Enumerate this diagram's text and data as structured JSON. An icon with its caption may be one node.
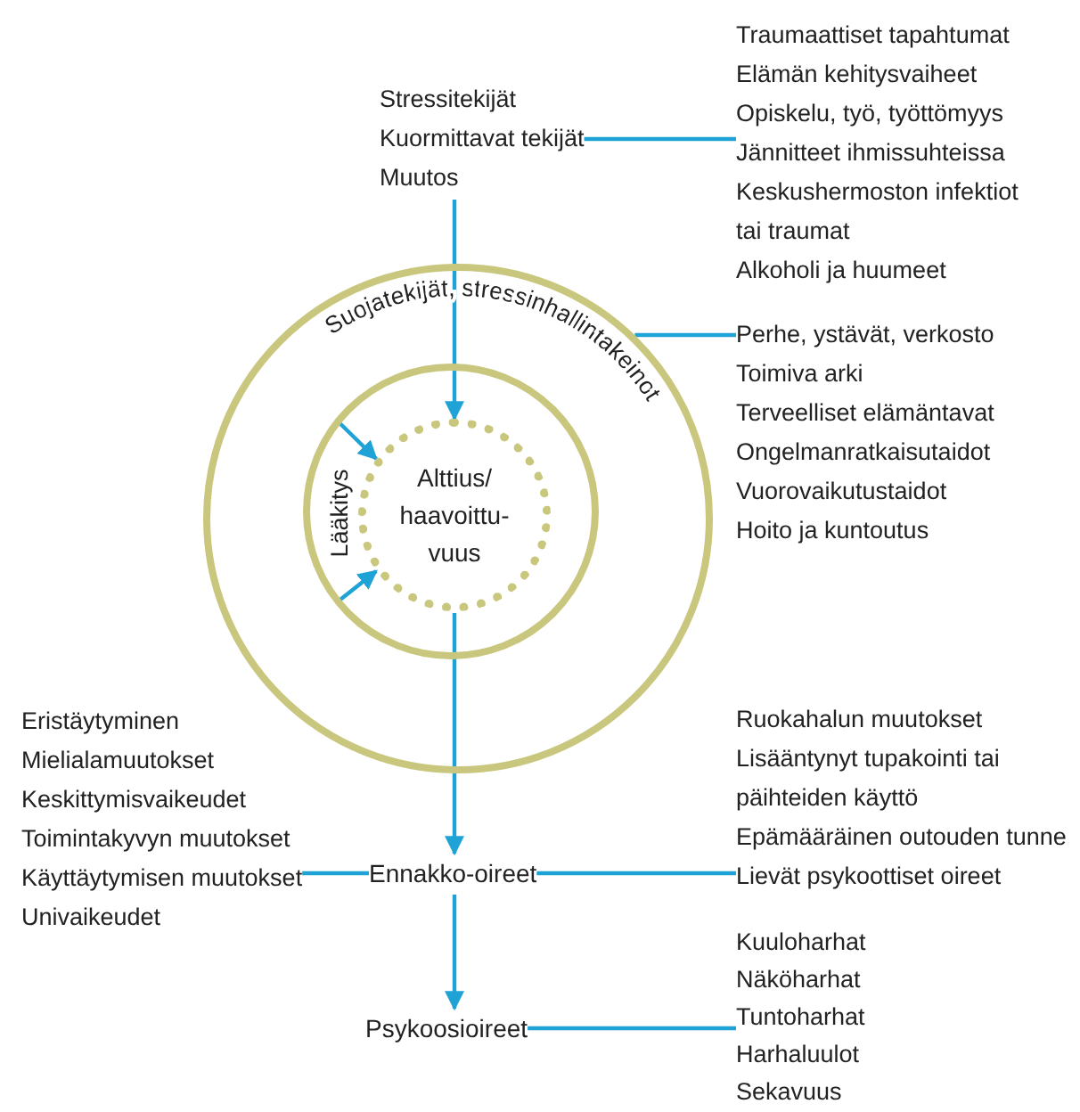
{
  "diagram": {
    "nodes": [
      {
        "text": [
          "Stressitekijät",
          "Kuormittavat tekijät",
          "Muutos"
        ]
      },
      {
        "text": [
          "Traumaattiset tapahtumat",
          "Elämän kehitysvaiheet",
          "Opiskelu, työ, työttömyys",
          "Jännitteet ihmissuhteissa",
          "Keskushermoston infektiot tai traumat",
          "Alkoholi ja huumeet"
        ]
      },
      {
        "text": [
          "Suojatekijät, stressinhallintakeinot"
        ]
      },
      {
        "text": [
          "Perhe, ystävät, verkosto",
          "Toimiva arki",
          "Terveelliset elämäntavat",
          "Ongelmanratkaisutaidot",
          "Vuorovaikutustaidot",
          "Hoito ja kuntoutus"
        ]
      },
      {
        "text": [
          "Lääkitys"
        ],
        "in": 2
      },
      {
        "text": [
          "Alttius/ haavoittu- vuus"
        ],
        "in": 4
      },
      {
        "text": [
          "Ennakko-oireet"
        ]
      },
      {
        "text": [
          "Eristäytyminen",
          "Mielialamuutokset",
          "Keskittymisvaikeudet",
          "Toimintakyvyn muutokset",
          "Käyttäytymisen muutokset",
          "Univaikeudet"
        ]
      },
      {
        "text": [
          "Ruokahalun muutokset",
          "Lisääntynyt tupakointi tai päihteiden käyttö",
          "Epämääräinen outouden tunne",
          "Lievät psykoottiset oireet"
        ]
      },
      {
        "text": [
          "Psykoosioireet"
        ]
      },
      {
        "text": [
          "Kuuloharhat",
          "Näköharhat",
          "Tuntoharhat",
          "Harhaluulot",
          "Sekavuus"
        ]
      }
    ],
    "edges": [
      {
        "from": 0,
        "to": 1,
        "arrow": "none"
      },
      {
        "from": 0,
        "to": 5,
        "arrow": "to"
      },
      {
        "from": 2,
        "to": 3,
        "arrow": "none"
      },
      {
        "from": 4,
        "to": 5,
        "arrow": "to"
      },
      {
        "from": 4,
        "to": 5,
        "arrow": "to"
      },
      {
        "from": 5,
        "to": 6,
        "arrow": "to"
      },
      {
        "from": 6,
        "to": 9,
        "arrow": "to"
      },
      {
        "from": 7,
        "to": 6,
        "arrow": "none"
      },
      {
        "from": 6,
        "to": 8,
        "arrow": "none"
      },
      {
        "from": 9,
        "to": 10,
        "arrow": "none"
      }
    ]
  }
}
